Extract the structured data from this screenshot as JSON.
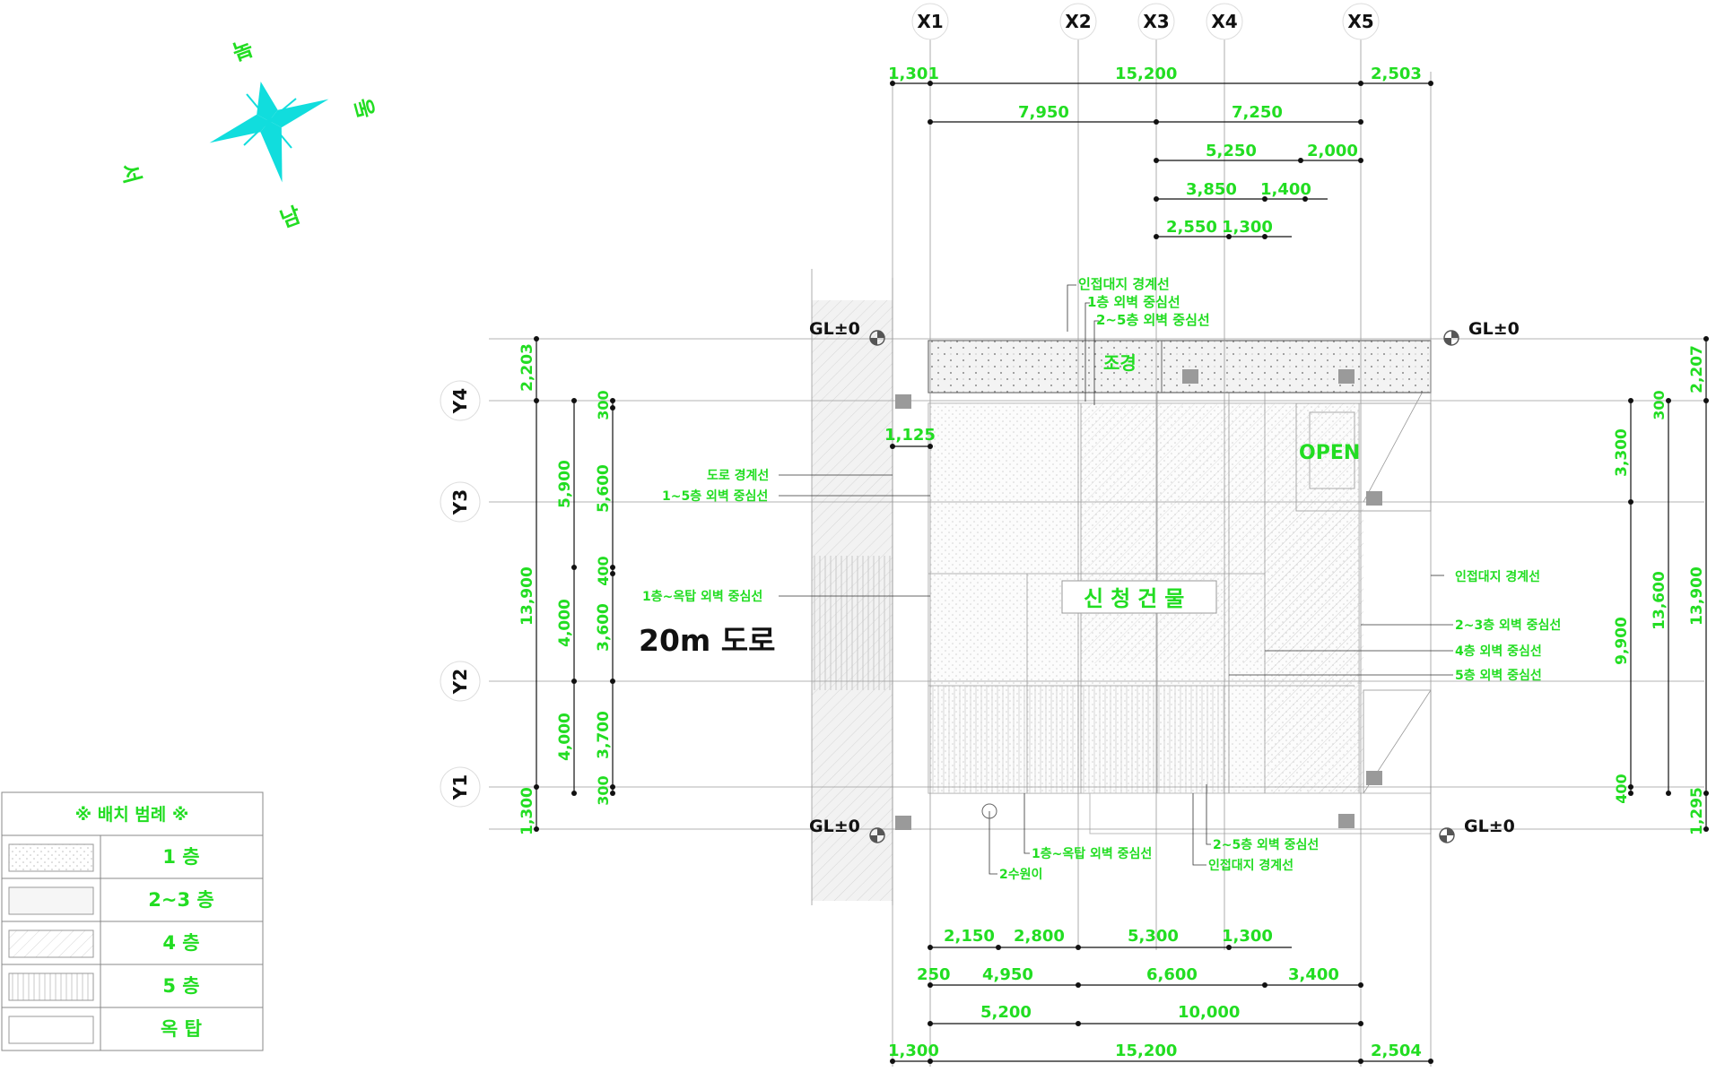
{
  "compass": {
    "north": "북",
    "east": "동",
    "south": "남",
    "west": "서",
    "color": "#11dddd"
  },
  "grid": {
    "x": [
      "X1",
      "X2",
      "X3",
      "X4",
      "X5"
    ],
    "y": [
      "Y4",
      "Y3",
      "Y2",
      "Y1"
    ]
  },
  "dims": {
    "top1": [
      "1,301",
      "15,200",
      "2,503"
    ],
    "top2": [
      "7,950",
      "7,250"
    ],
    "top3": [
      "5,250",
      "2,000"
    ],
    "top4": [
      "3,850",
      "1,400"
    ],
    "top5": [
      "2,550",
      "1,300"
    ],
    "bot1": [
      "2,150",
      "2,800",
      "5,300",
      "1,300"
    ],
    "bot2": [
      "250",
      "4,950",
      "6,600",
      "3,400"
    ],
    "bot3": [
      "5,200",
      "10,000"
    ],
    "bot4": [
      "1,300",
      "15,200",
      "2,504"
    ],
    "left_outer": [
      "2,203",
      "13,900",
      "1,300"
    ],
    "left_mid": [
      "5,900",
      "4,000",
      "4,000"
    ],
    "left_inner": [
      "300",
      "5,600",
      "400",
      "3,600",
      "3,700",
      "300"
    ],
    "right_outer": [
      "2,207",
      "13,900",
      "1,295"
    ],
    "right_mid": [
      "300",
      "13,600"
    ],
    "right_inner": [
      "3,300",
      "9,900",
      "400"
    ],
    "misc": "1,125"
  },
  "labels": {
    "road": "20m 도로",
    "building": "신청건물",
    "open": "OPEN",
    "landscape": "조경",
    "gl": "GL±0",
    "top_notes": [
      "인접대지 경계선",
      "1층 외벽 중심선",
      "2~5층 외벽 중심선"
    ],
    "left_notes": [
      "도로 경계선",
      "1~5층 외벽 중심선",
      "1층~옥탑 외벽 중심선"
    ],
    "right_notes": [
      "인접대지 경계선",
      "2~3층 외벽 중심선",
      "4층 외벽 중심선",
      "5층 외벽 중심선"
    ],
    "bottom_notes": [
      "1층~옥탑 외벽 중심선",
      "2~5층 외벽 중심선",
      "인접대지 경계선",
      "2수원이"
    ]
  },
  "legend": {
    "title": "※ 배치 범례 ※",
    "rows": [
      "1 층",
      "2~3 층",
      "4 층",
      "5 층",
      "옥 탑"
    ]
  }
}
